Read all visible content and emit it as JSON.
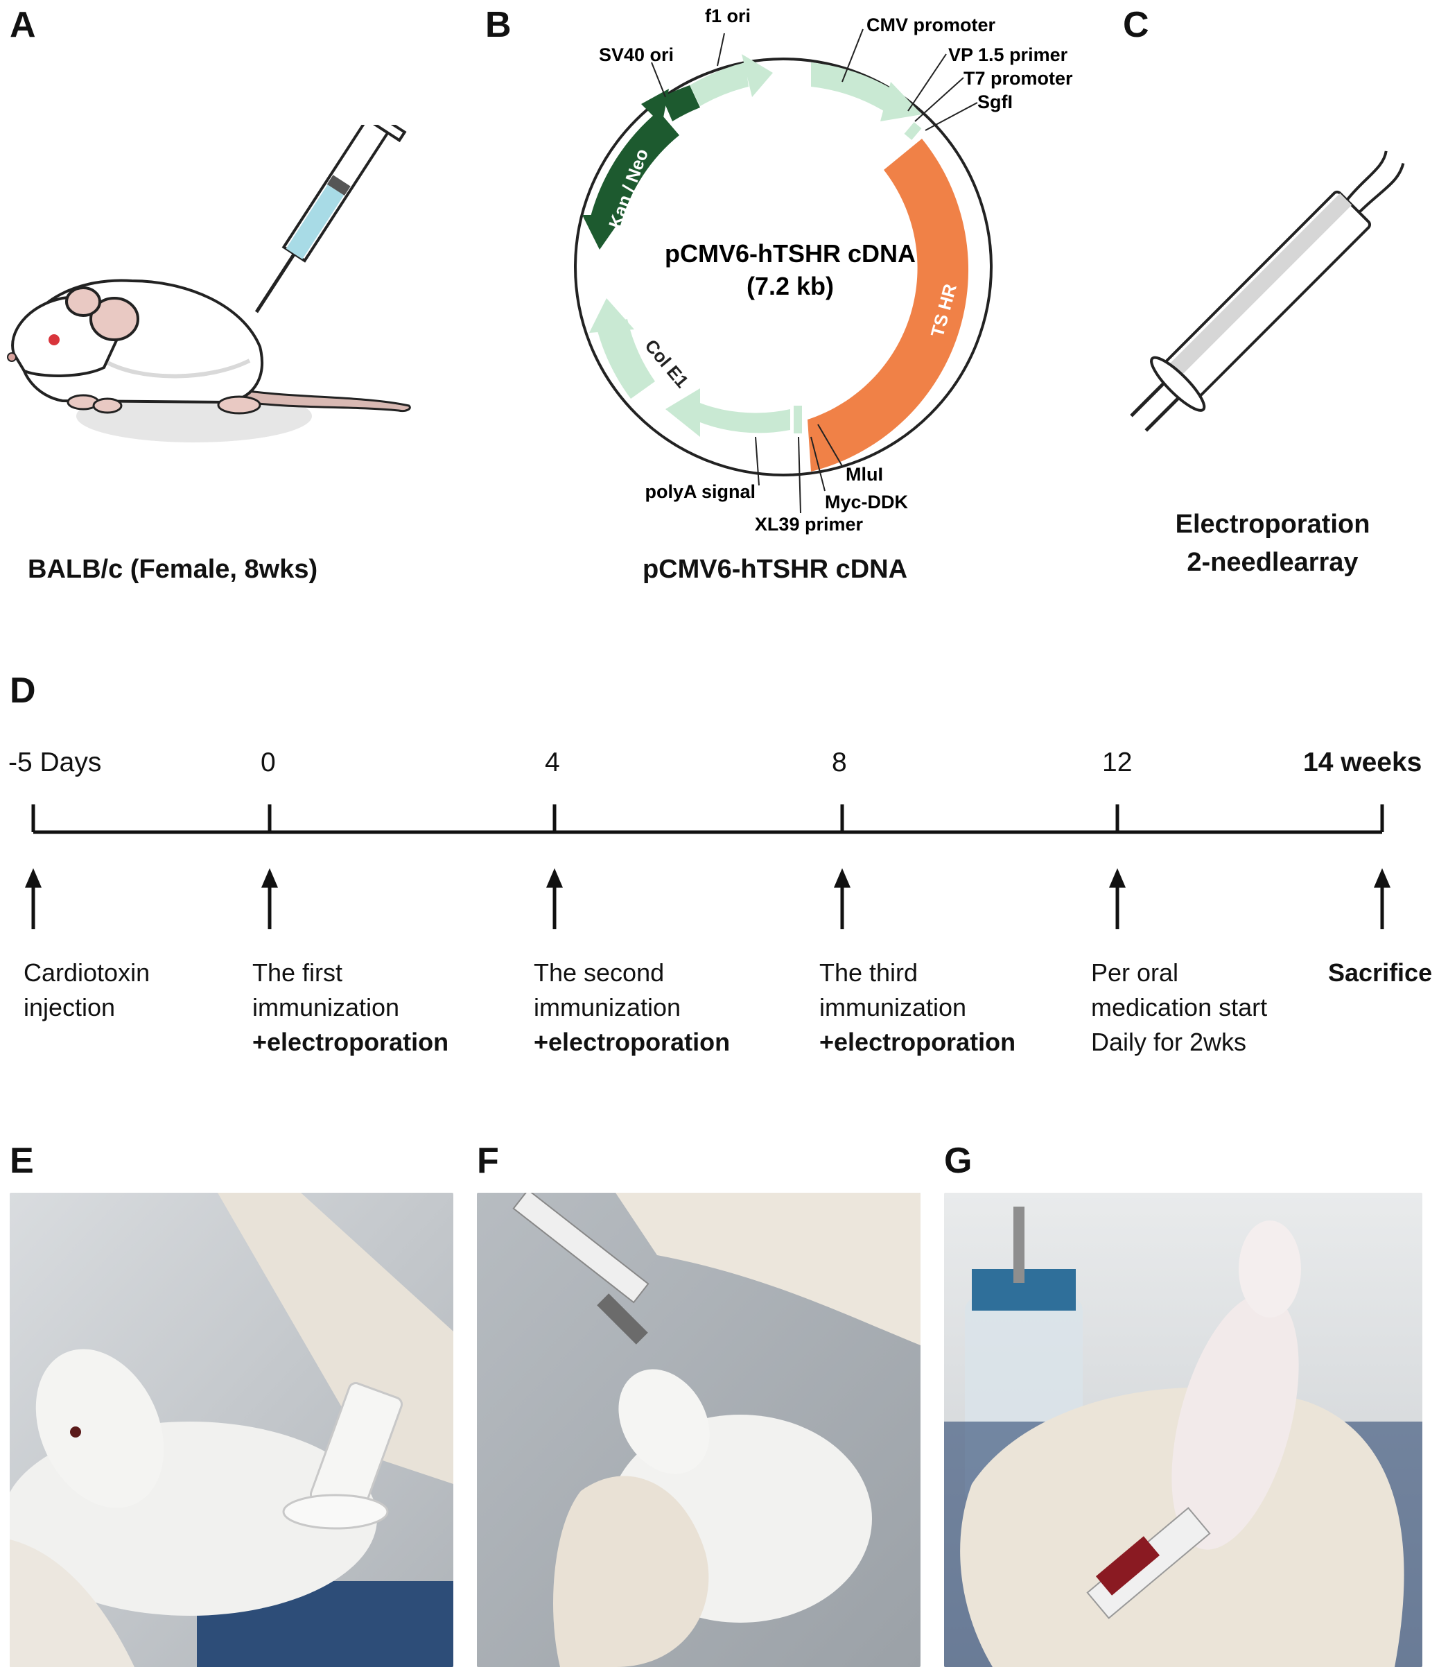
{
  "panels": {
    "A": {
      "letter": "A",
      "caption": "BALB/c (Female, 8wks)"
    },
    "B": {
      "letter": "B",
      "caption": "pCMV6-hTSHR cDNA",
      "plasmid_name": "pCMV6-hTSHR cDNA",
      "plasmid_size": "(7.2 kb)",
      "features": {
        "f1_ori": "f1 ori",
        "sv40_ori": "SV40 ori",
        "cmv_promoter": "CMV promoter",
        "vp_primer": "VP 1.5 primer",
        "t7_promoter": "T7 promoter",
        "sgfi": "SgfI",
        "kan_neo": "Kan / Neo",
        "tshr": "TS HR",
        "col_e1": "Col E1",
        "polya": "polyA signal",
        "xl39": "XL39 primer",
        "myc_ddk": "Myc-DDK",
        "mlui": "MluI"
      },
      "colors": {
        "light_green": "#c9e9d3",
        "dark_green": "#1d5a2f",
        "orange": "#f08147"
      }
    },
    "C": {
      "letter": "C",
      "caption_line1": "Electroporation",
      "caption_line2": "2-needlearray"
    },
    "D": {
      "letter": "D",
      "timeline": [
        {
          "label": "-5 Days",
          "desc1": "Cardiotoxin",
          "desc2": "injection",
          "desc3": ""
        },
        {
          "label": "0",
          "desc1": "The first",
          "desc2": "immunization",
          "desc3": "+electroporation"
        },
        {
          "label": "4",
          "desc1": "The second",
          "desc2": "immunization",
          "desc3": "+electroporation"
        },
        {
          "label": "8",
          "desc1": "The third",
          "desc2": "immunization",
          "desc3": "+electroporation"
        },
        {
          "label": "12",
          "desc1": "Per oral",
          "desc2": "medication start",
          "desc3": "Daily for 2wks"
        },
        {
          "label": "14",
          "unit": "weeks",
          "desc1": "Sacrifice",
          "desc2": "",
          "desc3": ""
        }
      ]
    },
    "E": {
      "letter": "E"
    },
    "F": {
      "letter": "F"
    },
    "G": {
      "letter": "G"
    }
  }
}
